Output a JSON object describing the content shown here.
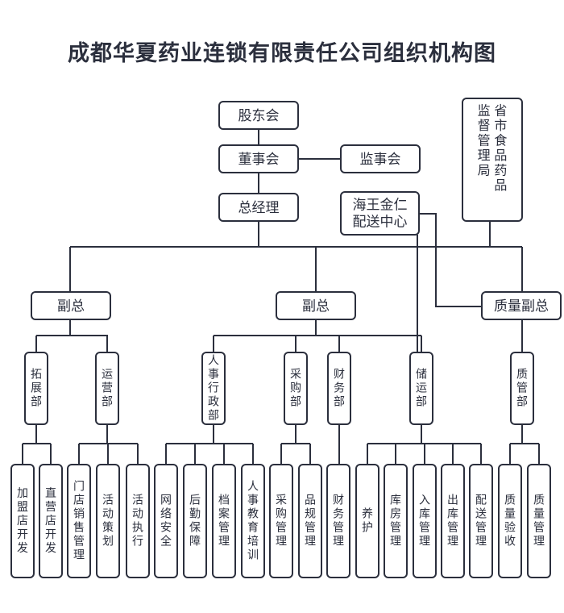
{
  "title": "成都华夏药业连锁有限责任公司组织机构图",
  "colors": {
    "stroke": "#2b2f3d",
    "fill": "#ffffff",
    "text": "#2b2f3d"
  },
  "nodes": {
    "shareholders": "股东会",
    "board": "董事会",
    "supervisors": "监事会",
    "gm": "总经理",
    "haiwang": [
      "海王金仁",
      "配送中心"
    ],
    "regulator": [
      "省市食品药品",
      "监督管理局"
    ],
    "vp_left": "副总",
    "vp_mid": "副总",
    "vp_quality": "质量副总",
    "dept_expand": "拓展部",
    "dept_ops": "运营部",
    "dept_hr": "人事行政部",
    "dept_purchase": "采购部",
    "dept_finance": "财务部",
    "dept_storage": "储运部",
    "dept_quality": "质管部",
    "leaves": [
      "加盟店开发",
      "直营店开发",
      "门店销售管理",
      "活动策划",
      "活动执行",
      "网络安全",
      "后勤保障",
      "档案管理",
      "人事教育培训",
      "采购管理",
      "品规管理",
      "财务管理",
      "养护",
      "库房管理",
      "入库管理",
      "出库管理",
      "配送管理",
      "质量验收",
      "质量管理"
    ]
  }
}
